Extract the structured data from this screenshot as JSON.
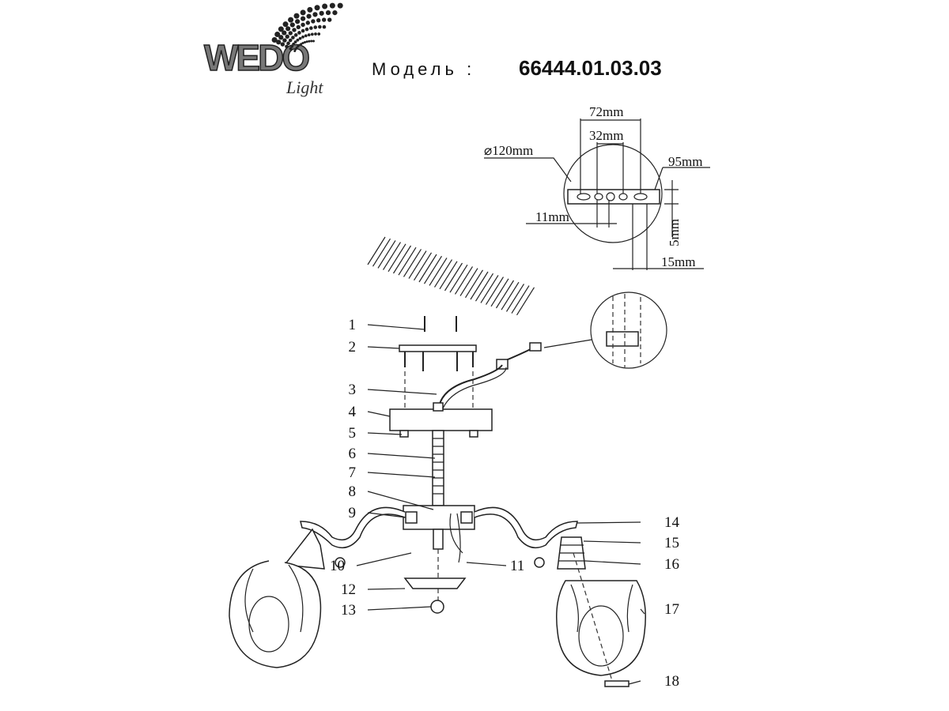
{
  "header": {
    "brand_logo": "WEDO Light",
    "brand_main": "WEDO",
    "brand_sub": "Light",
    "model_label": "Модель :",
    "model_number": "66444.01.03.03"
  },
  "dimensions": {
    "diameter": "⌀120mm",
    "width_72": "72mm",
    "spacing_32": "32mm",
    "length_95": "95mm",
    "hole_11": "11mm",
    "height_5": "5mm",
    "slot_15": "15mm"
  },
  "parts": [
    "1",
    "2",
    "3",
    "4",
    "5",
    "6",
    "7",
    "8",
    "9",
    "10",
    "11",
    "12",
    "13",
    "14",
    "15",
    "16",
    "17",
    "18"
  ]
}
